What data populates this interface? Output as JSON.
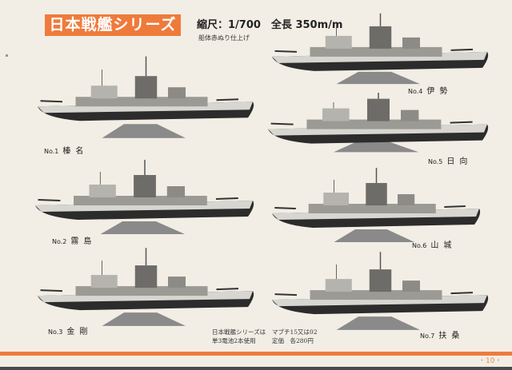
{
  "header": {
    "series_title": "日本戦艦シリーズ",
    "scale_text": "縮尺：1/700　全長 350m/m",
    "finish_text": "船体赤ぬり仕上げ"
  },
  "ships": [
    {
      "no": "No.1",
      "name": "榛名"
    },
    {
      "no": "No.2",
      "name": "霧島"
    },
    {
      "no": "No.3",
      "name": "金剛"
    },
    {
      "no": "No.4",
      "name": "伊勢"
    },
    {
      "no": "No.5",
      "name": "日向"
    },
    {
      "no": "No.6",
      "name": "山城"
    },
    {
      "no": "No.7",
      "name": "扶桑"
    }
  ],
  "note": {
    "line1a": "日本戦艦シリーズは",
    "line1b": "マブチ15又は02",
    "line2a": "単3電池2本使用",
    "line2b": "定価　各280円"
  },
  "footer": {
    "page_number": "・10・"
  },
  "colors": {
    "accent": "#ee7b3c",
    "paper": "#f2eee5"
  }
}
